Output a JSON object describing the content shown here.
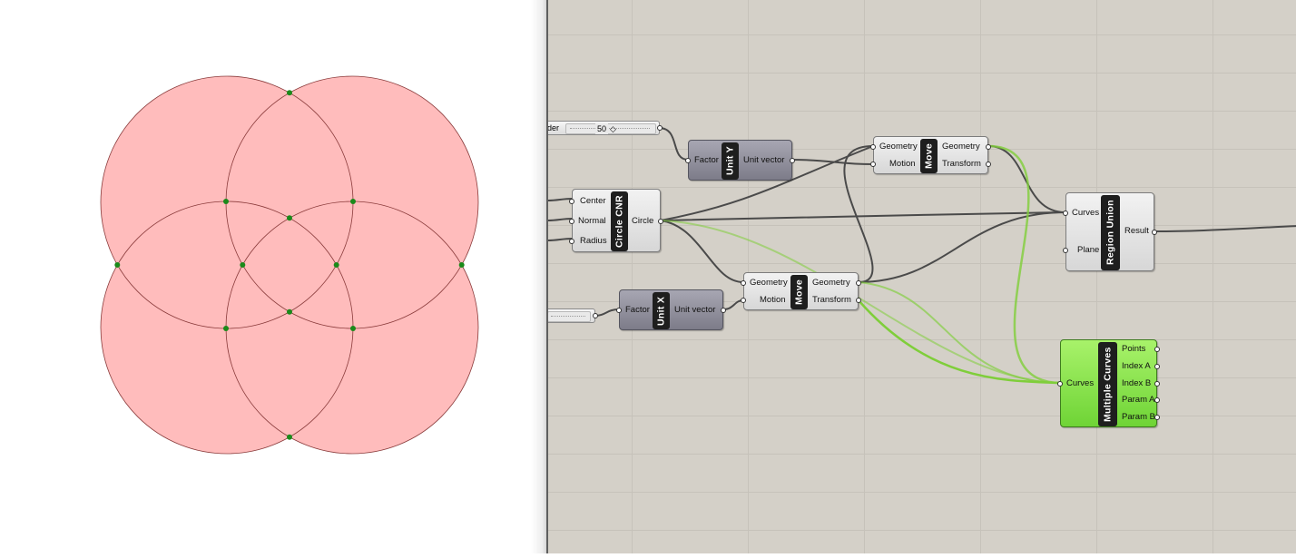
{
  "colors": {
    "circle_fill": "#ffbcbc",
    "circle_stroke": "#8a3b3b",
    "point": "#1a8a1a",
    "canvas_bg": "#d4d0c8",
    "wire_dark": "#4a4a4a",
    "wire_green": "#7fce3a",
    "component_green": "#8be04f"
  },
  "viewport": {
    "shapes": "four-overlapping-circles",
    "intersection_points": 12
  },
  "canvas": {
    "slider_top": {
      "label": "der",
      "value": "50"
    },
    "slider_bottom": {
      "label": "",
      "value": ""
    },
    "unit_y": {
      "nick": "Unit Y",
      "inputs": [
        "Factor"
      ],
      "outputs": [
        "Unit vector"
      ]
    },
    "unit_x": {
      "nick": "Unit X",
      "inputs": [
        "Factor"
      ],
      "outputs": [
        "Unit vector"
      ]
    },
    "circle_cnr": {
      "nick": "Circle CNR",
      "inputs": [
        "Center",
        "Normal",
        "Radius"
      ],
      "outputs": [
        "Circle"
      ]
    },
    "move_top": {
      "nick": "Move",
      "inputs": [
        "Geometry",
        "Motion"
      ],
      "outputs": [
        "Geometry",
        "Transform"
      ]
    },
    "move_bottom": {
      "nick": "Move",
      "inputs": [
        "Geometry",
        "Motion"
      ],
      "outputs": [
        "Geometry",
        "Transform"
      ]
    },
    "region_union": {
      "nick": "Region Union",
      "inputs": [
        "Curves",
        "Plane"
      ],
      "outputs": [
        "Result"
      ]
    },
    "multiple_curves": {
      "nick": "Multiple Curves",
      "inputs": [
        "Curves"
      ],
      "outputs": [
        "Points",
        "Index A",
        "Index B",
        "Param A",
        "Param B"
      ]
    }
  }
}
